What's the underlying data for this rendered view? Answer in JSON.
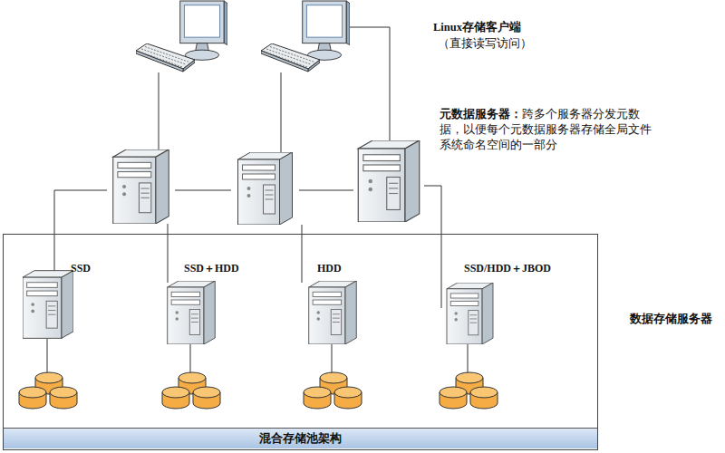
{
  "diagram": {
    "nodes": [
      {
        "text": [
          "混合存储池架构"
        ]
      },
      {
        "text": [
          "SSD"
        ],
        "in": 0
      },
      {
        "text": [
          "SSD＋HDD"
        ],
        "in": 0
      },
      {
        "text": [
          "HDD"
        ],
        "in": 0
      },
      {
        "text": [
          "SSD/HDD＋JBOD"
        ],
        "in": 0
      }
    ],
    "labels": [
      "Linux存储客户端",
      "（直接读写访问）",
      "元数据服务器：",
      "跨多个服务器分发元数据，以便每个元数据服务器存储全局文件系统命名空间的一部分",
      "数据存储服务器"
    ]
  }
}
